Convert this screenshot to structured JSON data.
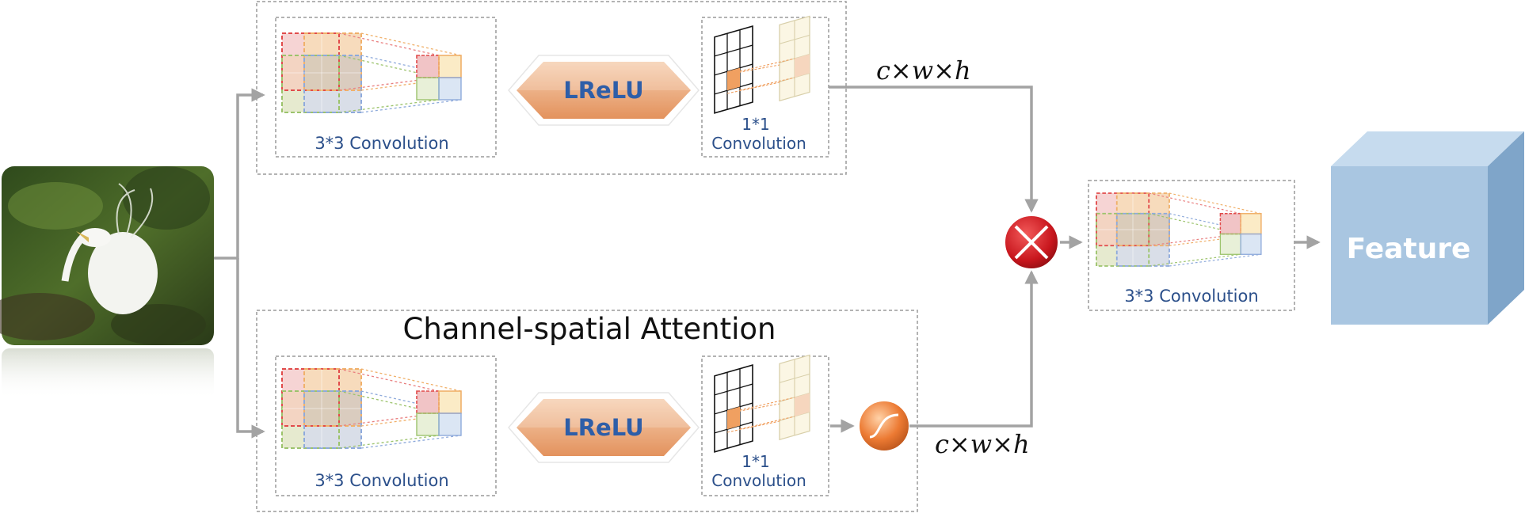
{
  "figure": {
    "attention_title": "Channel-spatial Attention",
    "conv3_label": "3*3 Convolution",
    "conv1_line1": "1*1",
    "conv1_line2": "Convolution",
    "activation_label": "LReLU",
    "dims_label": "c×w×h",
    "output_label": "Feature",
    "input_image_icon": "egret-photo",
    "multiply_icon": "multiply-circle-icon",
    "sigmoid_icon": "sigmoid-circle-icon"
  },
  "colors": {
    "arrow": "#a3a3a3",
    "label_blue": "#2b4f8a",
    "relu_fill": "#e8a77e",
    "relu_text": "#2e5ea8",
    "multiply_red": "#d41e24",
    "sigmoid_orange": "#ec7a33",
    "feature_cube": "#a9c6e1"
  }
}
